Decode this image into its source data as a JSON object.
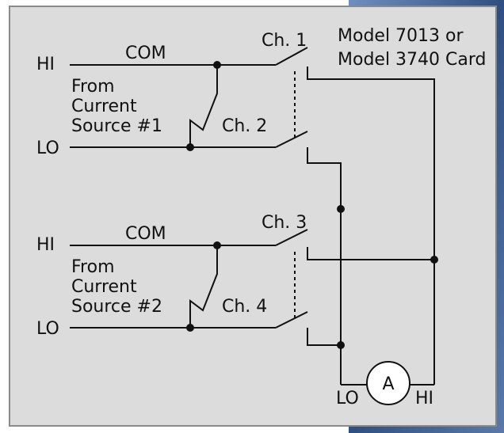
{
  "card_label": [
    "Model 7013 or",
    "Model 3740 Card"
  ],
  "source1": {
    "hi": "HI",
    "com": "COM",
    "lo": "LO",
    "from": [
      "From",
      "Current",
      "Source #1"
    ]
  },
  "source2": {
    "hi": "HI",
    "com": "COM",
    "lo": "LO",
    "from": [
      "From",
      "Current",
      "Source #2"
    ]
  },
  "channels": {
    "ch1": "Ch. 1",
    "ch2": "Ch. 2",
    "ch3": "Ch. 3",
    "ch4": "Ch. 4"
  },
  "meter": {
    "symbol": "A",
    "lo": "LO",
    "hi": "HI"
  },
  "colors": {
    "panel_fill": "#dcdcdc",
    "panel_border": "#8a8a8a",
    "ink": "#111111",
    "bg_accent": "#3a5d8f"
  }
}
